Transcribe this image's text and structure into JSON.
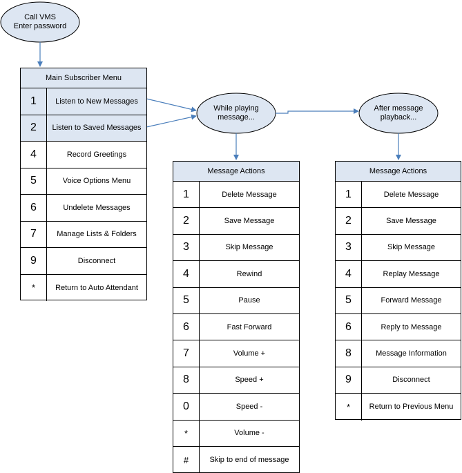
{
  "start": {
    "line1": "Call VMS",
    "line2": "Enter password"
  },
  "while_playing": {
    "line1": "While playing",
    "line2": "message..."
  },
  "after_playback": {
    "line1": "After message",
    "line2": "playback..."
  },
  "main_menu": {
    "title": "Main Subscriber Menu",
    "rows": [
      {
        "key": "1",
        "label": "Listen to New Messages",
        "highlight": true
      },
      {
        "key": "2",
        "label": "Listen to Saved Messages",
        "highlight": true
      },
      {
        "key": "4",
        "label": "Record Greetings"
      },
      {
        "key": "5",
        "label": "Voice Options Menu"
      },
      {
        "key": "6",
        "label": "Undelete Messages"
      },
      {
        "key": "7",
        "label": "Manage Lists & Folders"
      },
      {
        "key": "9",
        "label": "Disconnect"
      },
      {
        "key": "*",
        "label": "Return to Auto Attendant"
      }
    ]
  },
  "actions_playing": {
    "title": "Message Actions",
    "rows": [
      {
        "key": "1",
        "label": "Delete Message"
      },
      {
        "key": "2",
        "label": "Save Message"
      },
      {
        "key": "3",
        "label": "Skip Message"
      },
      {
        "key": "4",
        "label": "Rewind"
      },
      {
        "key": "5",
        "label": "Pause"
      },
      {
        "key": "6",
        "label": "Fast Forward"
      },
      {
        "key": "7",
        "label": "Volume +"
      },
      {
        "key": "8",
        "label": "Speed +"
      },
      {
        "key": "0",
        "label": "Speed -"
      },
      {
        "key": "*",
        "label": "Volume -"
      },
      {
        "key": "#",
        "label": "Skip to end of message"
      }
    ]
  },
  "actions_after": {
    "title": "Message Actions",
    "rows": [
      {
        "key": "1",
        "label": "Delete Message"
      },
      {
        "key": "2",
        "label": "Save Message"
      },
      {
        "key": "3",
        "label": "Skip Message"
      },
      {
        "key": "4",
        "label": "Replay Message"
      },
      {
        "key": "5",
        "label": "Forward Message"
      },
      {
        "key": "6",
        "label": "Reply to Message"
      },
      {
        "key": "8",
        "label": "Message Information"
      },
      {
        "key": "9",
        "label": "Disconnect"
      },
      {
        "key": "*",
        "label": "Return to Previous Menu"
      }
    ]
  },
  "colors": {
    "shape_fill": "#dde6f2",
    "arrow": "#4a7ebb",
    "border": "#000000"
  }
}
